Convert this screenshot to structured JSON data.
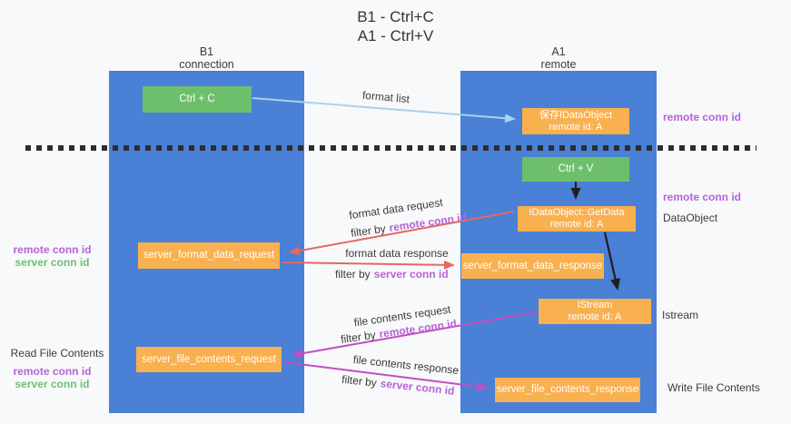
{
  "title": {
    "line1": "B1 - Ctrl+C",
    "line2": "A1 - Ctrl+V"
  },
  "columns": {
    "b1": {
      "name": "B1",
      "role": "connection"
    },
    "a1": {
      "name": "A1",
      "role": "remote"
    }
  },
  "boxes": {
    "ctrl_c": "Ctrl + C",
    "ctrl_v": "Ctrl + V",
    "save_idataobject_line1": "保存IDataObject",
    "save_idataobject_line2": "remote id: A",
    "getdata_line1": "IDataObject::GetData",
    "getdata_line2": "remote id: A",
    "istream_line1": "IStream",
    "istream_line2": "remote id: A",
    "server_format_data_request": "server_format_data_request",
    "server_format_data_response": "server_format_data_response",
    "server_file_contents_request": "server_file_contents_request",
    "server_file_contents_response": "server_file_contents_response"
  },
  "arrow_labels": {
    "format_list": "format list",
    "format_data_request": "format data request",
    "format_data_response": "format data response",
    "file_contents_request": "file contents request",
    "file_contents_response": "file contents response",
    "filter_by": "filter by",
    "remote_conn_id": "remote conn id",
    "server_conn_id": "server conn id"
  },
  "side_labels": {
    "remote_conn_id": "remote conn id",
    "server_conn_id": "server conn id",
    "dataobject": "DataObject",
    "istream": "Istream",
    "read_file_contents": "Read File Contents",
    "write_file_contents": "Write File Contents"
  },
  "colors": {
    "column_blue": "#4a80d5",
    "box_green": "#6dbf6c",
    "box_orange": "#f9b04f",
    "label_purple": "#b763d8",
    "label_green": "#6cbf72",
    "arrow_lightblue": "#a9d2ec",
    "arrow_red": "#e5685f",
    "arrow_magenta": "#c24ec2",
    "arrow_black": "#1f1f1f",
    "background": "#f8f9fa"
  }
}
